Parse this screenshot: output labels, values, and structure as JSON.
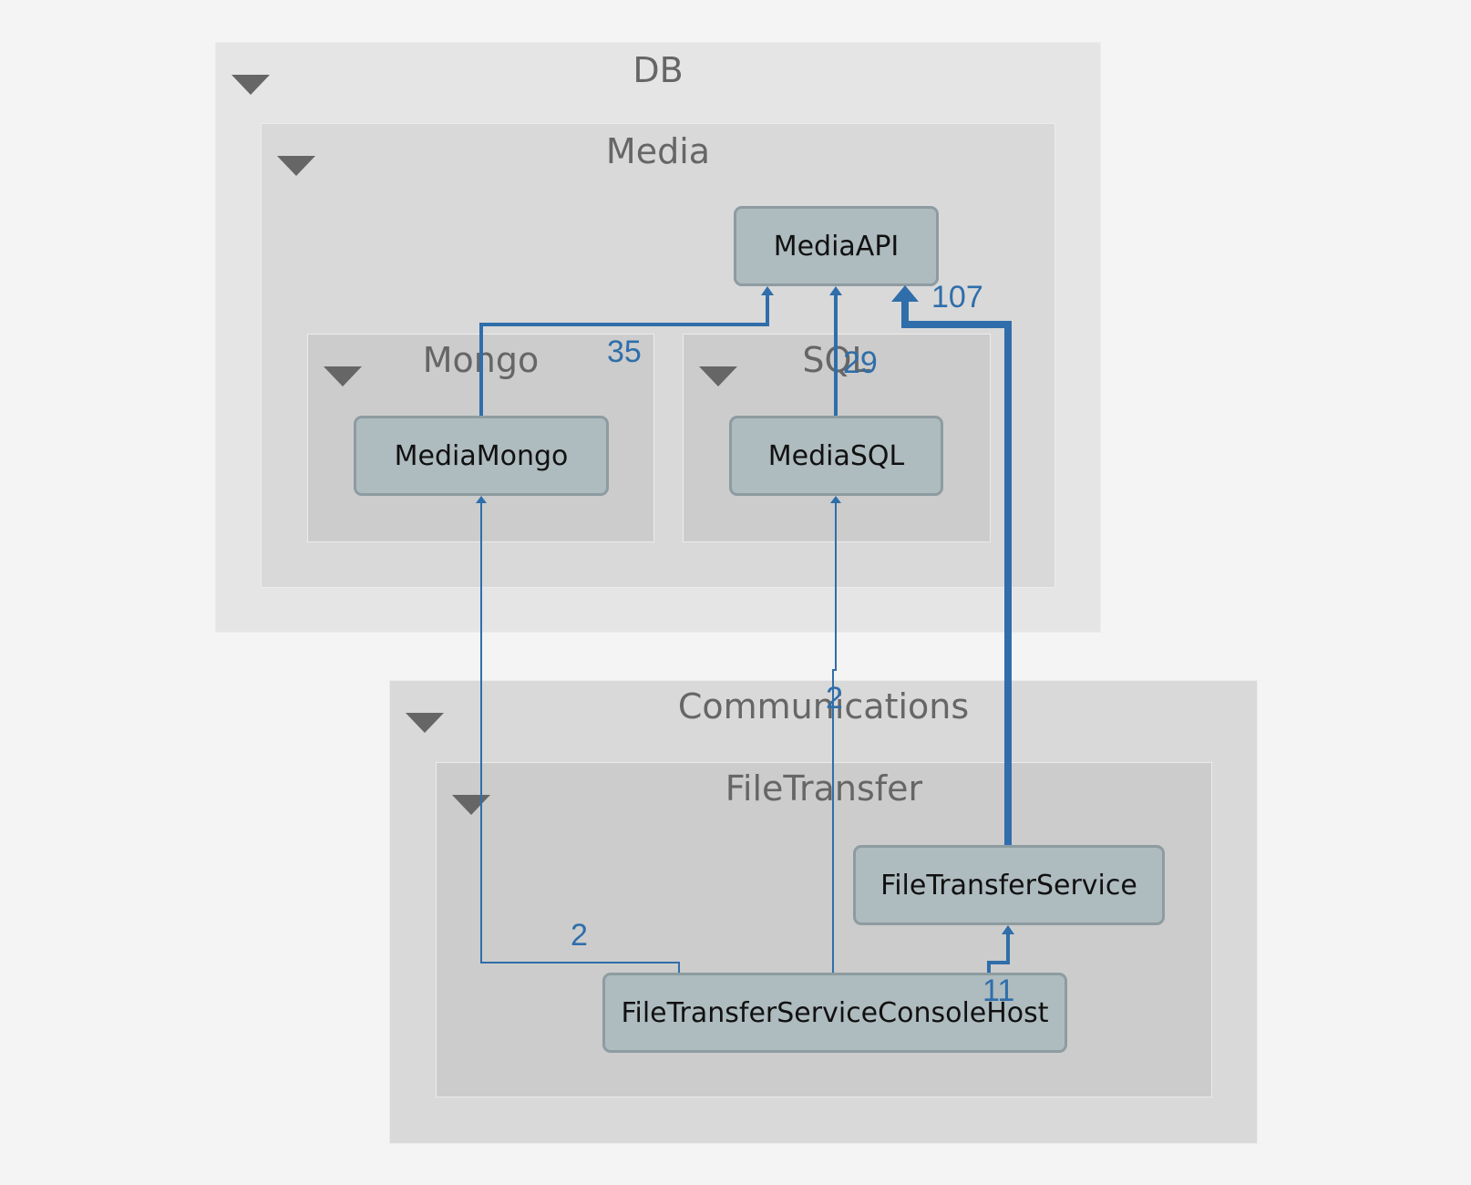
{
  "groups": {
    "db": "DB",
    "media": "Media",
    "mongo": "Mongo",
    "sql": "SQL",
    "communications": "Communications",
    "file_transfer": "FileTransfer"
  },
  "nodes": {
    "media_api": "MediaAPI",
    "media_mongo": "MediaMongo",
    "media_sql": "MediaSQL",
    "file_transfer_service": "FileTransferService",
    "console_host": "FileTransferServiceConsoleHost"
  },
  "edges": [
    {
      "from": "MediaMongo",
      "to": "MediaAPI",
      "label": "35"
    },
    {
      "from": "MediaSQL",
      "to": "MediaAPI",
      "label": "29"
    },
    {
      "from": "FileTransferService",
      "to": "MediaAPI",
      "label": "107"
    },
    {
      "from": "FileTransferServiceConsoleHost",
      "to": "MediaMongo",
      "label": "2"
    },
    {
      "from": "FileTransferServiceConsoleHost",
      "to": "MediaSQL",
      "label": "2"
    },
    {
      "from": "FileTransferServiceConsoleHost",
      "to": "FileTransferService",
      "label": "11"
    }
  ],
  "colors": {
    "edge": "#2f6eaa",
    "node_fill": "#aebbbf",
    "node_border": "#8d9ca1",
    "collapse_icon": "#666666"
  }
}
